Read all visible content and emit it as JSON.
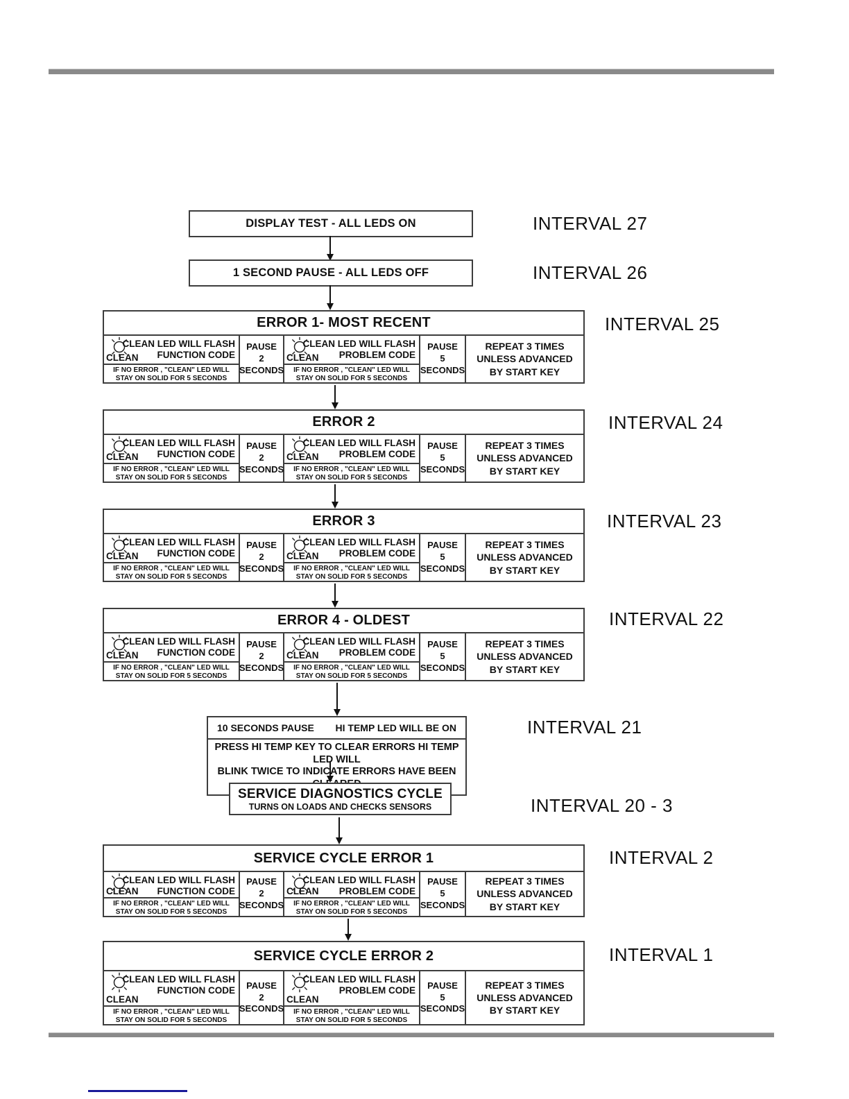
{
  "colors": {
    "rule_gray": "#8a8a8a",
    "link_blue": "#1a1a99"
  },
  "icons": {
    "led_flash": "circle with radiating flash rays"
  },
  "flow": {
    "display_test": {
      "label": "DISPLAY TEST -  ALL LEDS ON",
      "interval": "INTERVAL 27"
    },
    "pause_one_second": {
      "label": "1 SECOND PAUSE - ALL LEDS OFF",
      "interval": "INTERVAL 26"
    },
    "shared": {
      "clean": "CLEAN",
      "flash_line": "CLEAN LED WILL FLASH",
      "function_line": "FUNCTION CODE",
      "problem_line": "PROBLEM CODE",
      "pause": "PAUSE",
      "pause2_num": "2",
      "pause5_num": "5",
      "seconds": "SECONDS",
      "repeat_line1": "REPEAT 3 TIMES",
      "repeat_line2": "UNLESS ADVANCED",
      "repeat_line3": "BY START KEY",
      "note_line1": "IF NO ERROR , \"CLEAN\" LED WILL",
      "note_line2": "STAY ON SOLID FOR 5 SECONDS"
    },
    "error_boxes": [
      {
        "title": "ERROR 1- MOST RECENT",
        "interval": "INTERVAL 25"
      },
      {
        "title": "ERROR 2",
        "interval": "INTERVAL 24"
      },
      {
        "title": "ERROR 3",
        "interval": "INTERVAL 23"
      },
      {
        "title": "ERROR 4 - OLDEST",
        "interval": "INTERVAL 22"
      },
      {
        "title": "SERVICE CYCLE ERROR 1",
        "interval": "INTERVAL 2"
      },
      {
        "title": "SERVICE CYCLE ERROR 2",
        "interval": "INTERVAL 1"
      }
    ],
    "clear_errors": {
      "pause_label": "10 SECONDS PAUSE",
      "led_label": "HI TEMP LED WILL BE ON",
      "body_line1": "PRESS HI TEMP KEY TO CLEAR ERRORS HI TEMP LED WILL",
      "body_line2": "BLINK TWICE TO INDICATE ERRORS HAVE BEEN CLEARED",
      "interval": "INTERVAL 21"
    },
    "service_diagnostics": {
      "title": "SERVICE DIAGNOSTICS CYCLE",
      "subtitle": "TURNS ON LOADS AND CHECKS SENSORS",
      "interval": "INTERVAL 20 - 3"
    }
  }
}
